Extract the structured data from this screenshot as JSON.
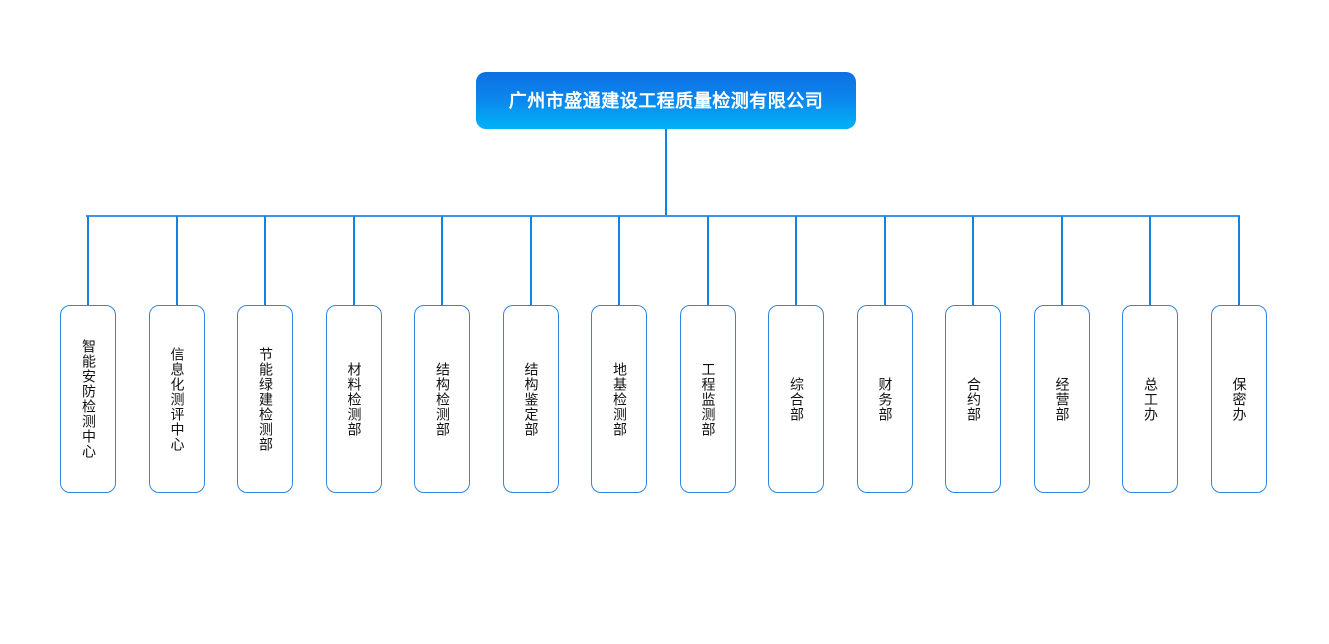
{
  "diagram": {
    "type": "organization-chart",
    "orientation": "top-down",
    "background_color": "#ffffff",
    "line_color": "#1482e0",
    "bus_line_color": "#3a97e8",
    "node_border_color": "#2f86e0",
    "root_gradient_top": "#0e6fe2",
    "root_gradient_bottom": "#00b2f6",
    "root_text_color": "#ffffff"
  },
  "root": {
    "label": "广州市盛通建设工程质量检测有限公司"
  },
  "children": [
    {
      "label": "智能安防检测中心"
    },
    {
      "label": "信息化测评中心"
    },
    {
      "label": "节能绿建检测部"
    },
    {
      "label": "材料检测部"
    },
    {
      "label": "结构检测部"
    },
    {
      "label": "结构鉴定部"
    },
    {
      "label": "地基检测部"
    },
    {
      "label": "工程监测部"
    },
    {
      "label": "综合部"
    },
    {
      "label": "财务部"
    },
    {
      "label": "合约部"
    },
    {
      "label": "经营部"
    },
    {
      "label": "总工办"
    },
    {
      "label": "保密办"
    }
  ]
}
